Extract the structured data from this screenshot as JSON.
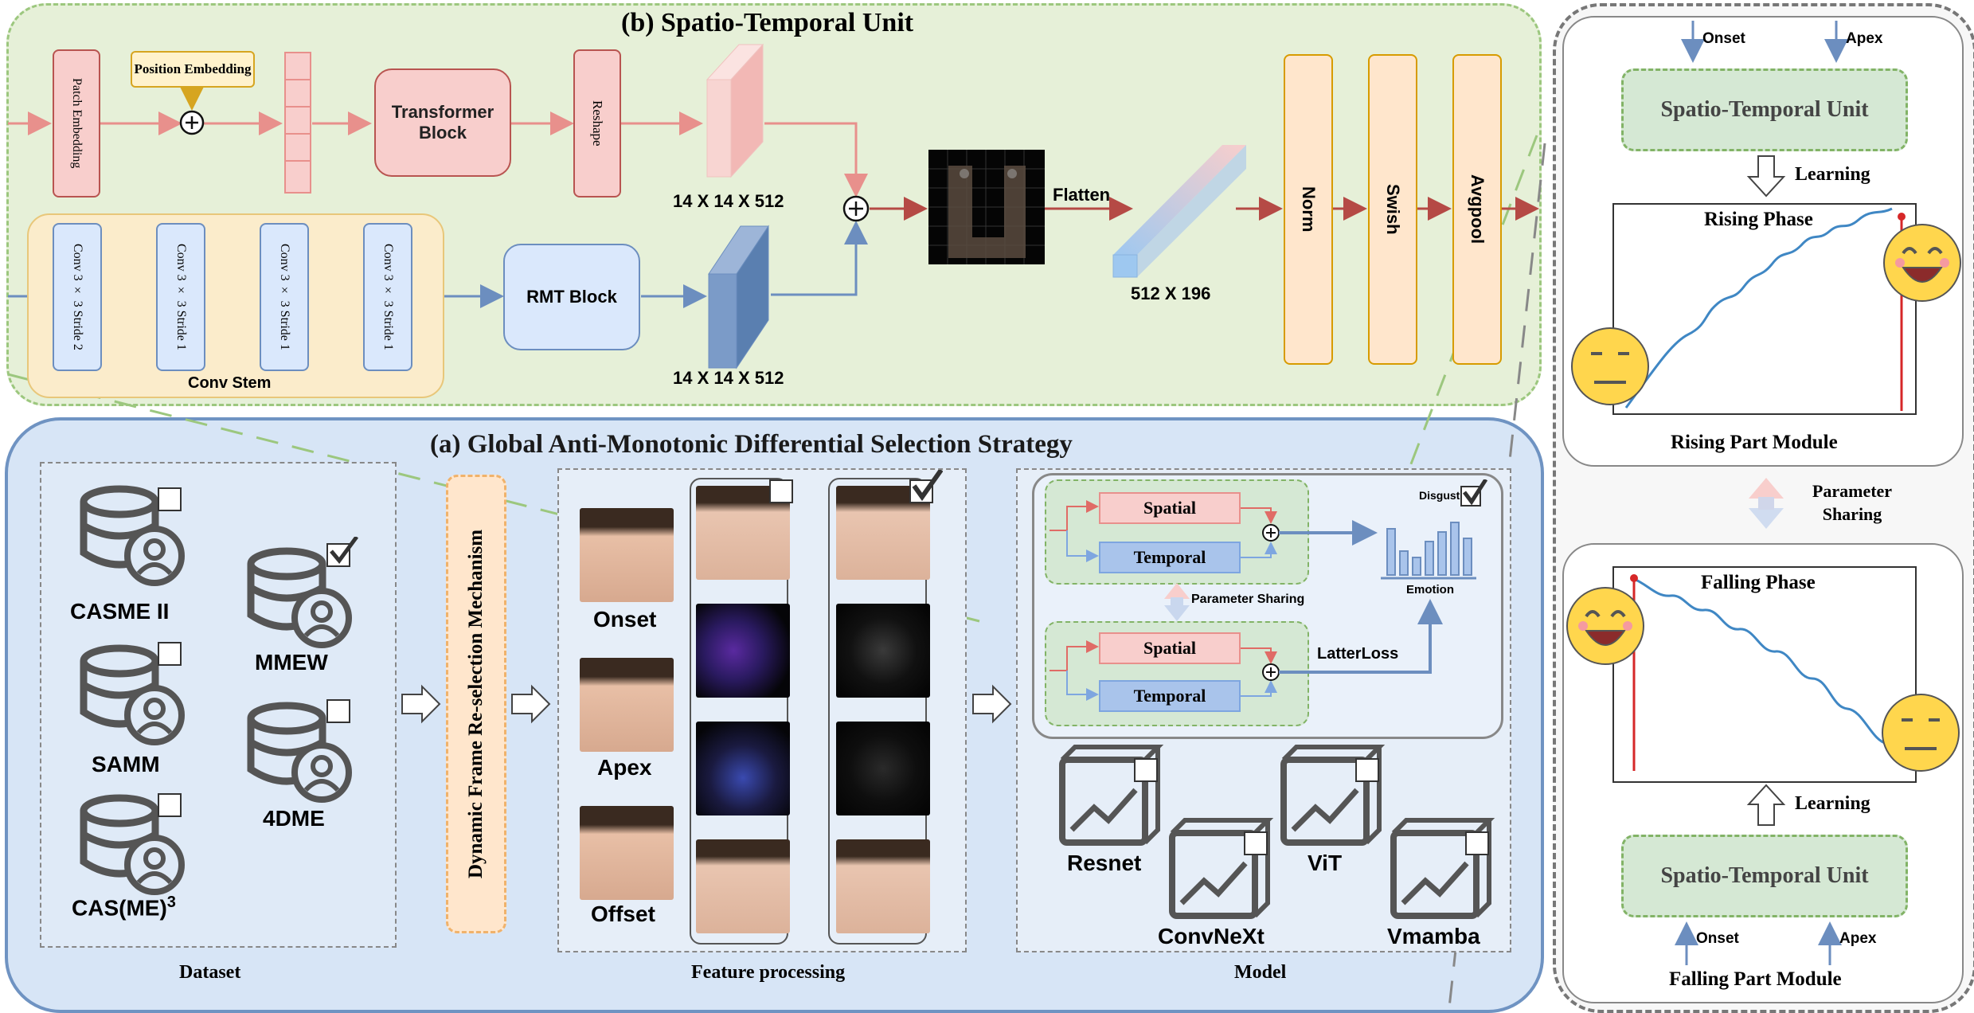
{
  "spatio_temporal": {
    "title": "(b) Spatio-Temporal Unit",
    "position_embedding": "Position Embedding",
    "patch_embedding": "Patch Embedding",
    "transformer_block": "Transformer Block",
    "reshape": "Reshape",
    "dim_top": "14 X 14 X 512",
    "dim_bottom": "14 X 14 X 512",
    "flatten": "Flatten",
    "flat_dim": "512 X 196",
    "norm": "Norm",
    "swish": "Swish",
    "avgpool": "Avgpool",
    "conv_layers": [
      "Conv 3 × 3 Stride 2",
      "Conv 3 × 3 Stride 1",
      "Conv 3 × 3 Stride 1",
      "Conv 3 × 3 Stride 1"
    ],
    "conv_stem": "Conv Stem",
    "rmt_block": "RMT Block"
  },
  "strategy": {
    "title": "(a) Global Anti-Monotonic Differential Selection Strategy",
    "dataset": {
      "label": "Dataset",
      "items": [
        "CASME II",
        "SAMM",
        "CAS(ME)",
        "MMEW",
        "4DME"
      ],
      "cas_superscript": "3"
    },
    "mechanism": "Dynamic Frame Re-selection Mechanism",
    "feature": {
      "label": "Feature processing",
      "frames": [
        "Onset",
        "Apex",
        "Offset"
      ]
    },
    "model": {
      "label": "Model",
      "spatial": "Spatial",
      "temporal": "Temporal",
      "param_sharing": "Parameter Sharing",
      "latter_loss": "LatterLoss",
      "disgust": "Disgust",
      "emotion": "Emotion",
      "models": [
        "Resnet",
        "ConvNeXt",
        "ViT",
        "Vmamba"
      ]
    }
  },
  "right": {
    "onset": "Onset",
    "apex": "Apex",
    "unit": "Spatio-Temporal Unit",
    "learning": "Learning",
    "rising_phase": "Rising Phase",
    "rising_module": "Rising Part Module",
    "parameter_sharing": "Parameter Sharing",
    "falling_phase": "Falling Phase",
    "falling_module": "Falling Part Module"
  },
  "colors": {
    "pink": "#f8cecc",
    "pink_border": "#b85450",
    "blue": "#dae8fc",
    "blue_border": "#6c8ebf",
    "orange": "#ffe6cc",
    "orange_border": "#d79b00",
    "green": "#d5e8d4",
    "green_border": "#82b366"
  }
}
